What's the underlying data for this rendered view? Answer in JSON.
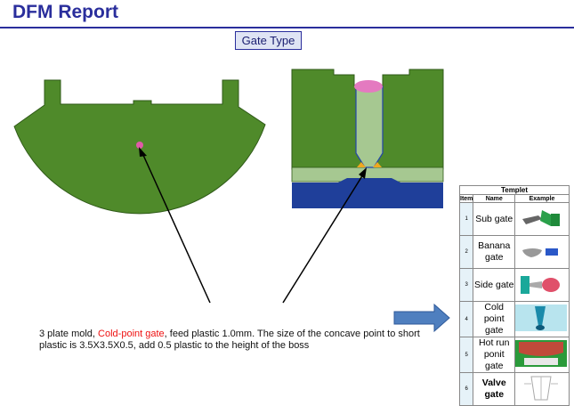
{
  "page": {
    "title": "DFM Report"
  },
  "section": {
    "label": "Gate Type"
  },
  "description": {
    "prefix": "3 plate mold, ",
    "highlight": "Cold-point gate",
    "suffix": ", feed plastic 1.0mm. The size of the concave point to short plastic is 3.5X3.5X0.5, add 0.5 plastic to the height of the boss"
  },
  "templet": {
    "title": "Templet",
    "col_item": "Item",
    "col_name": "Name",
    "col_example": "Example",
    "rows": [
      {
        "num": "1",
        "name": "Sub gate"
      },
      {
        "num": "2",
        "name": "Banana gate"
      },
      {
        "num": "3",
        "name": "Side gate"
      },
      {
        "num": "4",
        "name": "Cold point gate"
      },
      {
        "num": "5",
        "name": "Hot run ponit gate"
      },
      {
        "num": "6",
        "name": "Valve gate"
      }
    ]
  },
  "colors": {
    "title": "#2a2e9c",
    "mold_green": "#4f8a2a",
    "highlight_red": "#e11111",
    "arrow_blue": "#4f7fbf",
    "core_blue": "#1f3f9a"
  }
}
